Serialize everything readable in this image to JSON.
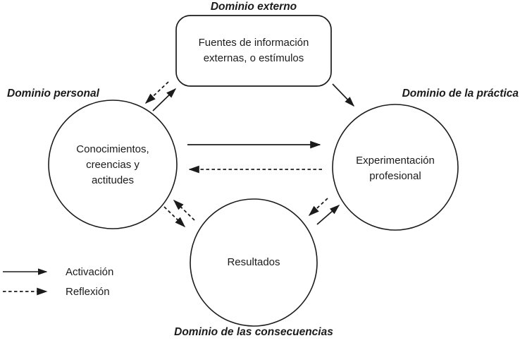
{
  "diagram": {
    "nodes": {
      "external": {
        "domain_label": "Dominio externo",
        "text": "Fuentes de información\nexternas, o estímulos",
        "shape": "rounded-rectangle"
      },
      "personal": {
        "domain_label": "Dominio personal",
        "text": "Conocimientos,\ncreencias y\nactitudes",
        "shape": "circle"
      },
      "practice": {
        "domain_label": "Dominio de la práctica",
        "text": "Experimentación\nprofesional",
        "shape": "circle"
      },
      "consequences": {
        "domain_label": "Dominio de las consecuencias",
        "text": "Resultados",
        "shape": "circle"
      }
    },
    "arrows": [
      {
        "type": "activation",
        "style": "solid",
        "from": "personal",
        "to": "external"
      },
      {
        "type": "reflection",
        "style": "dashed",
        "from": "external",
        "to": "personal"
      },
      {
        "type": "activation",
        "style": "solid",
        "from": "external",
        "to": "practice"
      },
      {
        "type": "activation",
        "style": "solid",
        "from": "personal",
        "to": "practice"
      },
      {
        "type": "reflection",
        "style": "dashed",
        "from": "practice",
        "to": "personal"
      },
      {
        "type": "reflection",
        "style": "dashed",
        "from": "consequences",
        "to": "personal"
      },
      {
        "type": "reflection",
        "style": "dashed",
        "from": "personal",
        "to": "consequences"
      },
      {
        "type": "reflection",
        "style": "dashed",
        "from": "practice",
        "to": "consequences"
      },
      {
        "type": "activation",
        "style": "solid",
        "from": "consequences",
        "to": "practice"
      }
    ],
    "legend": {
      "activation_label": "Activación",
      "reflection_label": "Reflexión"
    },
    "colors": {
      "stroke": "#1b1b1b",
      "text": "#1b1b1b",
      "background": "#ffffff"
    }
  }
}
